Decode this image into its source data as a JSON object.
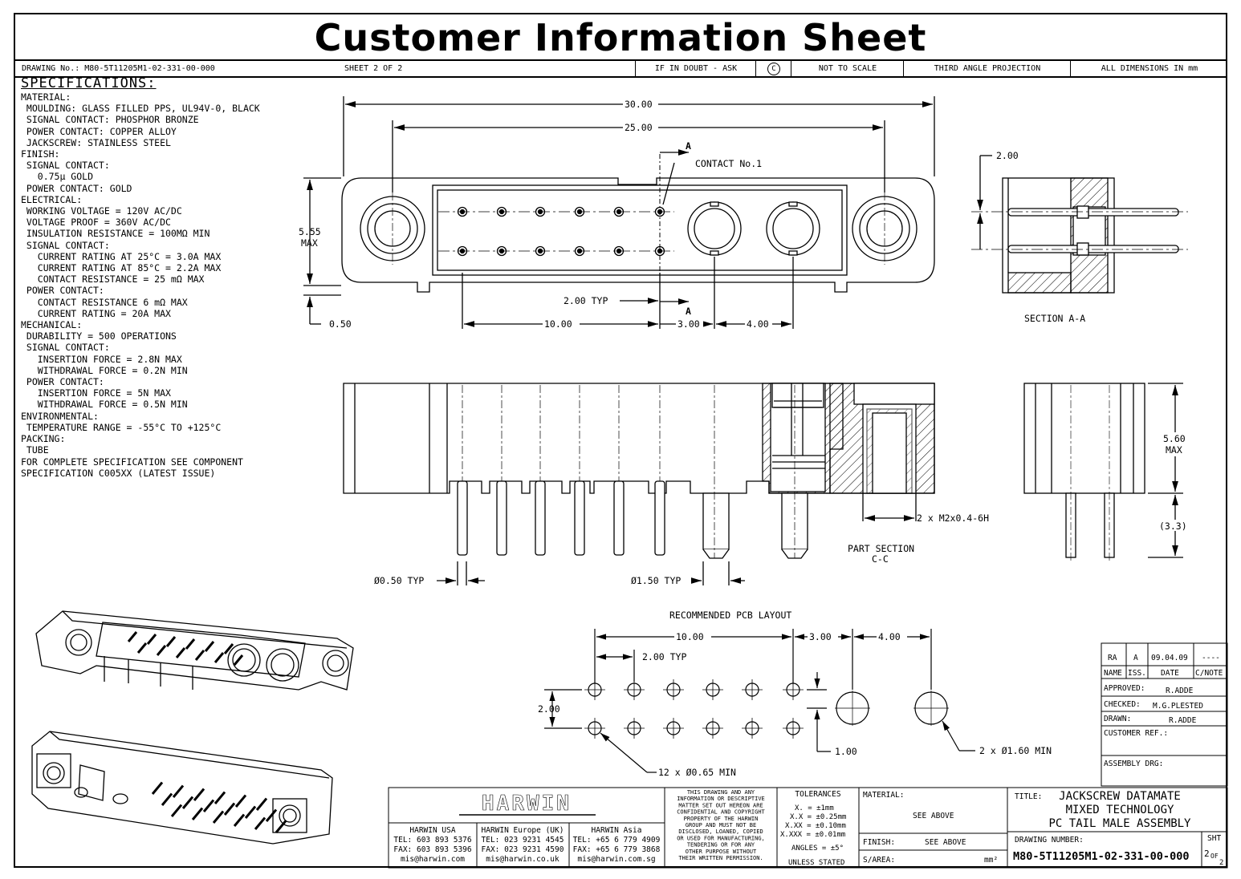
{
  "title": "Customer Information Sheet",
  "header": {
    "drawing_no": "DRAWING No.: M80-5T11205M1-02-331-00-000",
    "sheet": "SHEET 2 OF 2",
    "doubt": "IF IN DOUBT - ASK",
    "copyright": "C",
    "scale": "NOT TO SCALE",
    "projection": "THIRD ANGLE PROJECTION",
    "dimensions": "ALL DIMENSIONS IN mm"
  },
  "specs": {
    "heading": "SPECIFICATIONS:",
    "lines": [
      "MATERIAL:",
      " MOULDING: GLASS FILLED PPS, UL94V-0, BLACK",
      " SIGNAL CONTACT: PHOSPHOR BRONZE",
      " POWER CONTACT: COPPER ALLOY",
      " JACKSCREW: STAINLESS STEEL",
      "FINISH:",
      " SIGNAL CONTACT:",
      "   0.75µ GOLD",
      " POWER CONTACT: GOLD",
      "ELECTRICAL:",
      " WORKING VOLTAGE = 120V AC/DC",
      " VOLTAGE PROOF = 360V AC/DC",
      " INSULATION RESISTANCE = 100MΩ MIN",
      " SIGNAL CONTACT:",
      "   CURRENT RATING AT 25°C = 3.0A MAX",
      "   CURRENT RATING AT 85°C = 2.2A MAX",
      "   CONTACT RESISTANCE = 25 mΩ MAX",
      " POWER CONTACT:",
      "   CONTACT RESISTANCE 6 mΩ MAX",
      "   CURRENT RATING = 20A MAX",
      "MECHANICAL:",
      " DURABILITY = 500 OPERATIONS",
      " SIGNAL CONTACT:",
      "   INSERTION FORCE = 2.8N MAX",
      "   WITHDRAWAL FORCE = 0.2N MIN",
      " POWER CONTACT:",
      "   INSERTION FORCE = 5N MAX",
      "   WITHDRAWAL FORCE = 0.5N MIN",
      "ENVIRONMENTAL:",
      " TEMPERATURE RANGE = -55°C TO +125°C",
      "PACKING:",
      " TUBE",
      "FOR COMPLETE SPECIFICATION SEE COMPONENT",
      "SPECIFICATION C005XX (LATEST ISSUE)"
    ]
  },
  "dims": {
    "d30": "30.00",
    "d25": "25.00",
    "d555": "5.55",
    "max": "MAX",
    "d050": "0.50",
    "contact1": "CONTACT No.1",
    "section_a": "A",
    "d200typ": "2.00 TYP",
    "d1000": "10.00",
    "d300": "3.00",
    "d400": "4.00",
    "d200": "2.00",
    "section_aa": "SECTION  A-A",
    "d560": "5.60",
    "d33": "(3.3)",
    "m2": "2 x M2x0.4-6H",
    "part_section": "PART SECTION",
    "cc": "C-C",
    "dia050": "Ø0.50 TYP",
    "dia150": "Ø1.50 TYP",
    "pcb_title": "RECOMMENDED PCB LAYOUT",
    "holes12": "12 x Ø0.65 MIN",
    "holes2": "2 x Ø1.60 MIN",
    "d100": "1.00"
  },
  "revision": {
    "row": [
      "RA",
      "A",
      "09.04.09",
      "----"
    ],
    "headers": [
      "NAME",
      "ISS.",
      "DATE",
      "C/NOTE"
    ],
    "approved_label": "APPROVED:",
    "approved": "R.ADDE",
    "checked_label": "CHECKED:",
    "checked": "M.G.PLESTED",
    "drawn_label": "DRAWN:",
    "drawn": "R.ADDE",
    "customer_ref": "CUSTOMER REF.:",
    "assembly": "ASSEMBLY DRG:"
  },
  "titleblock": {
    "logo": "HARWIN",
    "usa": [
      "HARWIN USA",
      "TEL: 603 893 5376",
      "FAX: 603 893 5396",
      "mis@harwin.com"
    ],
    "europe": [
      "HARWIN Europe (UK)",
      "TEL: 023 9231 4545",
      "FAX: 023 9231 4590",
      "mis@harwin.co.uk"
    ],
    "asia": [
      "HARWIN Asia",
      "TEL: +65 6 779 4909",
      "FAX: +65 6 779 3868",
      "mis@harwin.com.sg"
    ],
    "confidential": [
      "THIS DRAWING AND ANY",
      "INFORMATION OR DESCRIPTIVE",
      "MATTER SET OUT HEREON ARE",
      "CONFIDENTIAL AND COPYRIGHT",
      "PROPERTY OF THE HARWIN",
      "GROUP AND MUST NOT BE",
      "DISCLOSED, LOANED, COPIED",
      "OR USED FOR MANUFACTURING,",
      "TENDERING OR FOR ANY",
      "OTHER PURPOSE WITHOUT",
      "THEIR WRITTEN PERMISSION."
    ],
    "tolerances": [
      "TOLERANCES",
      "X.  = ±1mm",
      "X.X  = ±0.25mm",
      "X.XX = ±0.10mm",
      "X.XXX = ±0.01mm",
      "ANGLES = ±5°",
      "UNLESS STATED"
    ],
    "material_label": "MATERIAL:",
    "material": "SEE ABOVE",
    "finish_label": "FINISH:",
    "finish": "SEE ABOVE",
    "area_label": "S/AREA:",
    "area_unit": "mm²",
    "title_label": "TITLE:",
    "title_lines": [
      "JACKSCREW DATAMATE",
      "MIXED TECHNOLOGY",
      "PC TAIL MALE ASSEMBLY"
    ],
    "drawing_number_label": "DRAWING NUMBER:",
    "drawing_number": "M80-5T11205M1-02-331-00-000",
    "sht_label": "SHT",
    "sht": "2",
    "of": "OF",
    "of_total": "2"
  }
}
